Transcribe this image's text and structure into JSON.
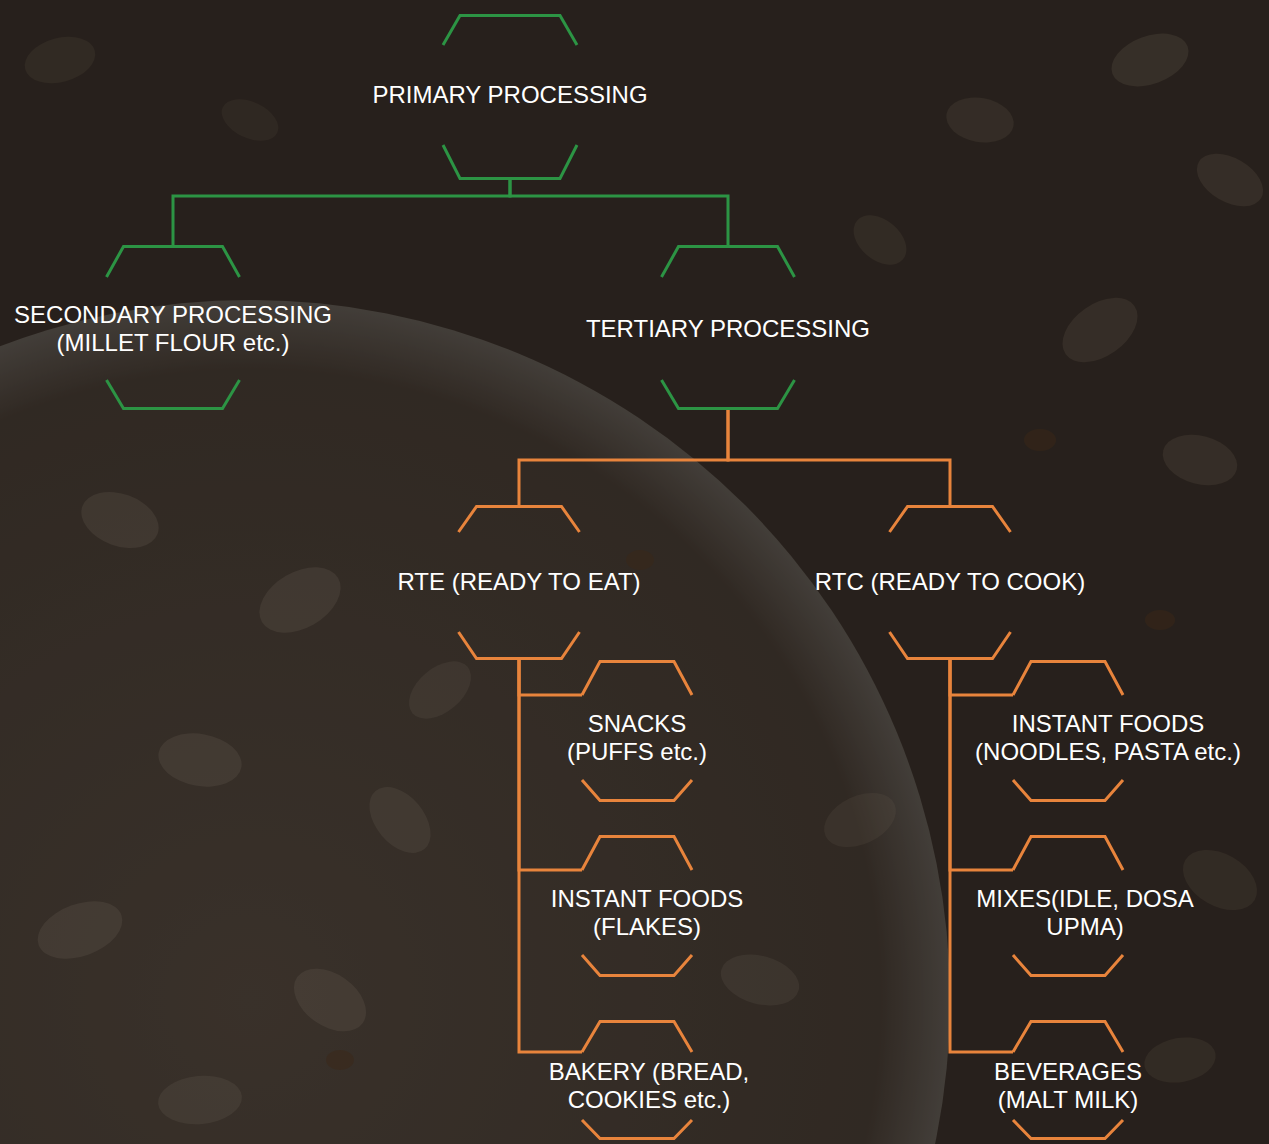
{
  "diagram": {
    "nodes": [
      {
        "text": [
          "PRIMARY PROCESSING"
        ]
      },
      {
        "text": [
          "SECONDARY PROCESSING (MILLET FLOUR etc.)"
        ]
      },
      {
        "text": [
          "TERTIARY PROCESSING"
        ]
      },
      {
        "text": [
          "RTE (READY TO EAT)"
        ]
      },
      {
        "text": [
          "RTC (READY TO COOK)"
        ]
      },
      {
        "text": [
          "SNACKS (PUFFS etc.)"
        ]
      },
      {
        "text": [
          "INSTANT FOODS (FLAKES)"
        ]
      },
      {
        "text": [
          "BAKERY (BREAD, COOKIES etc.)"
        ]
      },
      {
        "text": [
          "INSTANT FOODS (NOODLES, PASTA etc.)"
        ]
      },
      {
        "text": [
          "MIXES(IDLE, DOSA UPMA)"
        ]
      },
      {
        "text": [
          "BEVERAGES (MALT MILK)"
        ]
      }
    ],
    "edges": [
      {
        "from": 0,
        "to": 1,
        "arrow": "none"
      },
      {
        "from": 0,
        "to": 2,
        "arrow": "none"
      },
      {
        "from": 2,
        "to": 3,
        "arrow": "none"
      },
      {
        "from": 2,
        "to": 4,
        "arrow": "none"
      },
      {
        "from": 3,
        "to": 5,
        "arrow": "none"
      },
      {
        "from": 3,
        "to": 6,
        "arrow": "none"
      },
      {
        "from": 3,
        "to": 7,
        "arrow": "none"
      },
      {
        "from": 4,
        "to": 8,
        "arrow": "none"
      },
      {
        "from": 4,
        "to": 9,
        "arrow": "none"
      },
      {
        "from": 4,
        "to": 10,
        "arrow": "none"
      }
    ]
  }
}
